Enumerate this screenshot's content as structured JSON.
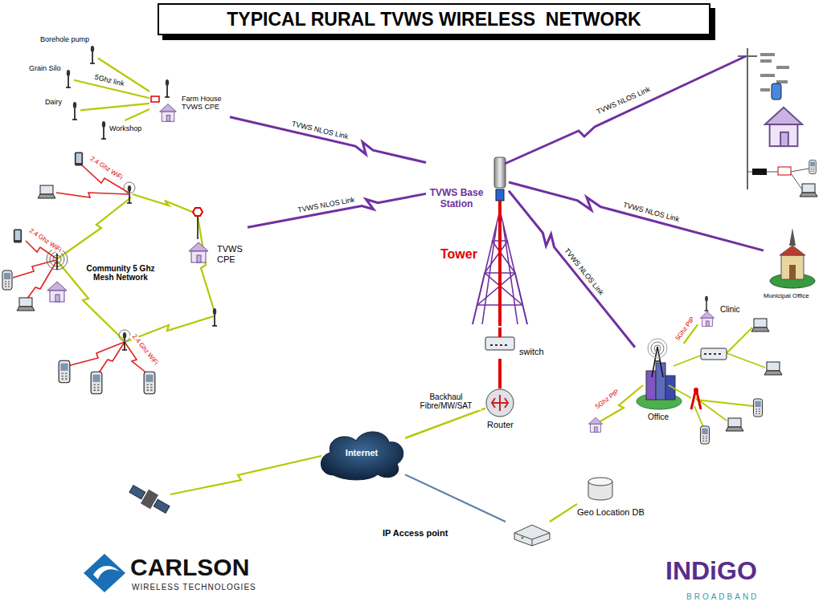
{
  "diagram": {
    "title": "TYPICAL RURAL TVWS WIRELESS  NETWORK",
    "nodes": [
      {
        "text": [
          "TVWS Base Station"
        ]
      },
      {
        "text": [
          "Tower"
        ]
      },
      {
        "text": [
          "switch"
        ]
      },
      {
        "text": [
          "Router"
        ]
      },
      {
        "text": [
          "Internet"
        ]
      },
      {
        "text": [
          "Geo Location DB"
        ]
      },
      {
        "text": [
          "IP Access point"
        ]
      },
      {
        "text": [
          "Farm House TVWS CPE"
        ]
      },
      {
        "text": [
          "Borehole pump"
        ]
      },
      {
        "text": [
          "Grain Silo"
        ]
      },
      {
        "text": [
          "Dairy"
        ]
      },
      {
        "text": [
          "Workshop"
        ]
      },
      {
        "text": [
          "TVWS CPE"
        ]
      },
      {
        "text": [
          "Municipal Office"
        ]
      },
      {
        "text": [
          "Office"
        ]
      },
      {
        "text": [
          "Clinic"
        ]
      }
    ],
    "edges": [
      {
        "from": 0,
        "to": 7,
        "arrow": "none",
        "label": "TVWS NLOS  Link"
      },
      {
        "from": 0,
        "to": 12,
        "arrow": "none",
        "label": "TVWS NLOS Link"
      },
      {
        "from": 0,
        "to": 13,
        "arrow": "none",
        "label": "TVWS NLOS Link"
      },
      {
        "from": 0,
        "to": 14,
        "arrow": "none",
        "label": "TVWS NLOS Link"
      },
      {
        "from": 1,
        "to": 2,
        "arrow": "none"
      },
      {
        "from": 2,
        "to": 3,
        "arrow": "none"
      },
      {
        "from": 3,
        "to": 4,
        "arrow": "none",
        "label": "Backhaul Fibre/MW/SAT"
      },
      {
        "from": 4,
        "to": 6,
        "arrow": "none"
      },
      {
        "from": 6,
        "to": 5,
        "arrow": "none"
      },
      {
        "from": 7,
        "to": 8,
        "arrow": "none"
      },
      {
        "from": 7,
        "to": 9,
        "arrow": "none",
        "label": "5Ghz link"
      },
      {
        "from": 7,
        "to": 10,
        "arrow": "none"
      },
      {
        "from": 7,
        "to": 11,
        "arrow": "none"
      },
      {
        "from": 14,
        "to": 15,
        "arrow": "none",
        "label": "5Ghz PtP"
      }
    ],
    "labels": [
      "Community 5 Ghz Mesh Network",
      "2.4 Ghz WiFi",
      "2.4 Ghz WiFi",
      "2.4 Ghz WiFi",
      "TVWS NLOS Link",
      "5Ghz PtP",
      "CARLSON",
      "WIRELESS TECHNOLOGIES",
      "INDiGO",
      "BROADBAND"
    ]
  }
}
